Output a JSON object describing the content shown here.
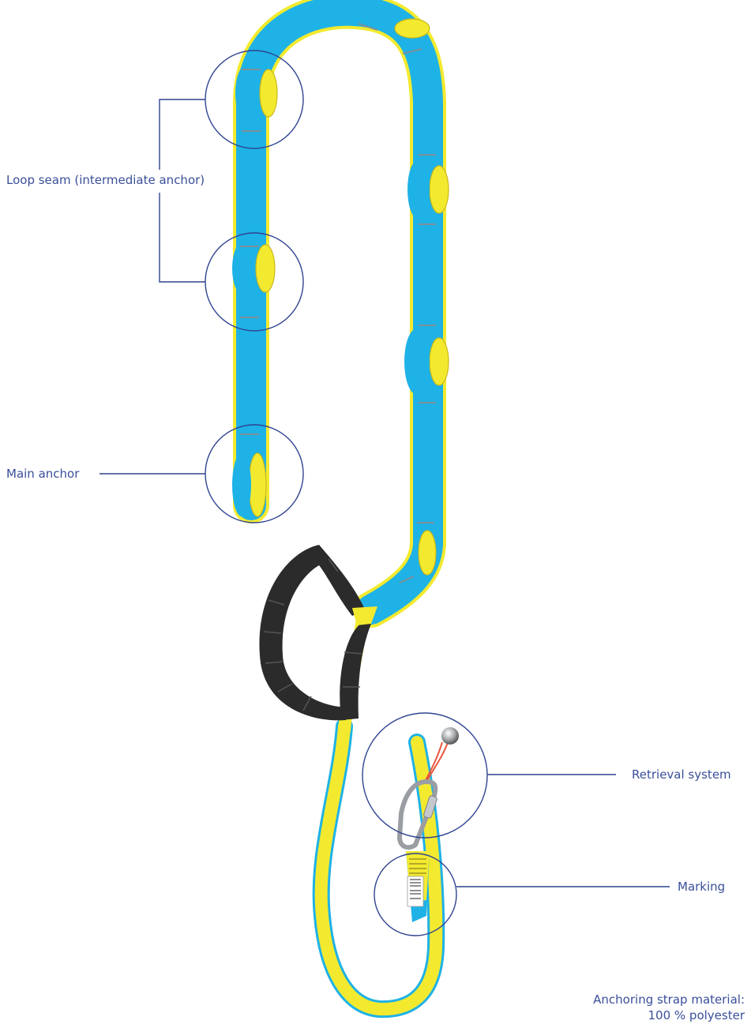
{
  "colors": {
    "strap_blue": "#1fb2e6",
    "strap_yellow": "#f3ea2f",
    "padding_black": "#2b2b2b",
    "callout_line": "#2f4491",
    "label_text": "#3a4f9a",
    "carabiner": "#b9bdc1",
    "cord": "#e8553c"
  },
  "labels": {
    "loop_seam": "Loop seam (intermediate anchor)",
    "main_anchor": "Main anchor",
    "retrieval": "Retrieval system",
    "marking": "Marking",
    "material_line1": "Anchoring strap material:",
    "material_line2": "100 % polyester"
  },
  "icons": {
    "retrieval_ball": "steel-ball-icon",
    "carabiner": "carabiner-icon",
    "marking_tag": "label-tag-icon"
  }
}
